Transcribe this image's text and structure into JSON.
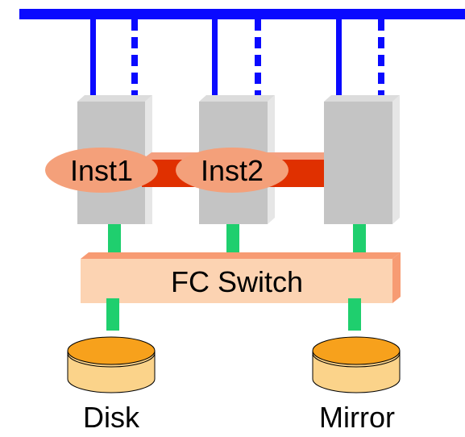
{
  "diagram": {
    "instances": [
      "Inst1",
      "Inst2"
    ],
    "switch_label": "FC Switch",
    "storage": [
      "Disk",
      "Mirror"
    ]
  },
  "colors": {
    "network": "#0a0aff",
    "interconnect": "#e03000",
    "server_face": "#c4c4c4",
    "server_side": "#e6e6e6",
    "instance": "#f4a07a",
    "switch_face": "#fcd3b2",
    "switch_top": "#f79b73",
    "fc_link": "#1fcf6e",
    "disk_top": "#f7a11c",
    "disk_body": "#fbd38a"
  }
}
